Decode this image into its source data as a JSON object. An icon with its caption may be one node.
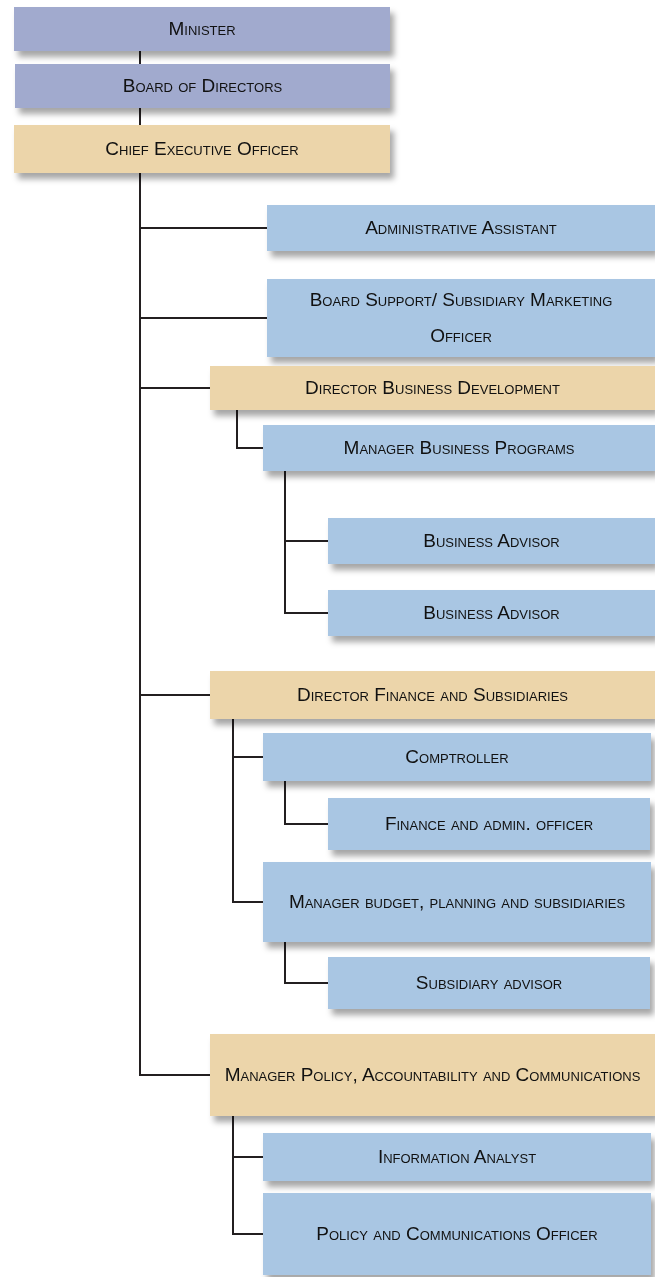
{
  "diagram": {
    "nodes": [
      {
        "text": [
          "Minister"
        ]
      },
      {
        "text": [
          "Board of Directors"
        ]
      },
      {
        "text": [
          "Chief Executive Officer"
        ]
      },
      {
        "text": [
          "Administrative Assistant"
        ]
      },
      {
        "text": [
          "Board Support/ Subsidiary Marketing Officer"
        ]
      },
      {
        "text": [
          "Director Business Development"
        ]
      },
      {
        "text": [
          "Manager Business Programs"
        ]
      },
      {
        "text": [
          "Business Advisor"
        ]
      },
      {
        "text": [
          "Business Advisor"
        ]
      },
      {
        "text": [
          "Director Finance and Subsidiaries"
        ]
      },
      {
        "text": [
          "Comptroller"
        ]
      },
      {
        "text": [
          "Finance and admin. officer"
        ]
      },
      {
        "text": [
          "Manager budget, planning and subsidiaries"
        ]
      },
      {
        "text": [
          "Subsidiary advisor"
        ]
      },
      {
        "text": [
          "Manager Policy, Accountability and Communications"
        ]
      },
      {
        "text": [
          "Information Analyst"
        ]
      },
      {
        "text": [
          "Policy and Communications Officer"
        ]
      }
    ],
    "edges": [
      {
        "from": 0,
        "to": 1,
        "arrow": "none"
      },
      {
        "from": 1,
        "to": 2,
        "arrow": "none"
      },
      {
        "from": 2,
        "to": 3,
        "arrow": "none"
      },
      {
        "from": 2,
        "to": 4,
        "arrow": "none"
      },
      {
        "from": 2,
        "to": 5,
        "arrow": "none"
      },
      {
        "from": 5,
        "to": 6,
        "arrow": "none"
      },
      {
        "from": 6,
        "to": 7,
        "arrow": "none"
      },
      {
        "from": 6,
        "to": 8,
        "arrow": "none"
      },
      {
        "from": 2,
        "to": 9,
        "arrow": "none"
      },
      {
        "from": 9,
        "to": 10,
        "arrow": "none"
      },
      {
        "from": 10,
        "to": 11,
        "arrow": "none"
      },
      {
        "from": 9,
        "to": 12,
        "arrow": "none"
      },
      {
        "from": 12,
        "to": 13,
        "arrow": "none"
      },
      {
        "from": 2,
        "to": 14,
        "arrow": "none"
      },
      {
        "from": 14,
        "to": 15,
        "arrow": "none"
      },
      {
        "from": 14,
        "to": 16,
        "arrow": "none"
      }
    ]
  }
}
